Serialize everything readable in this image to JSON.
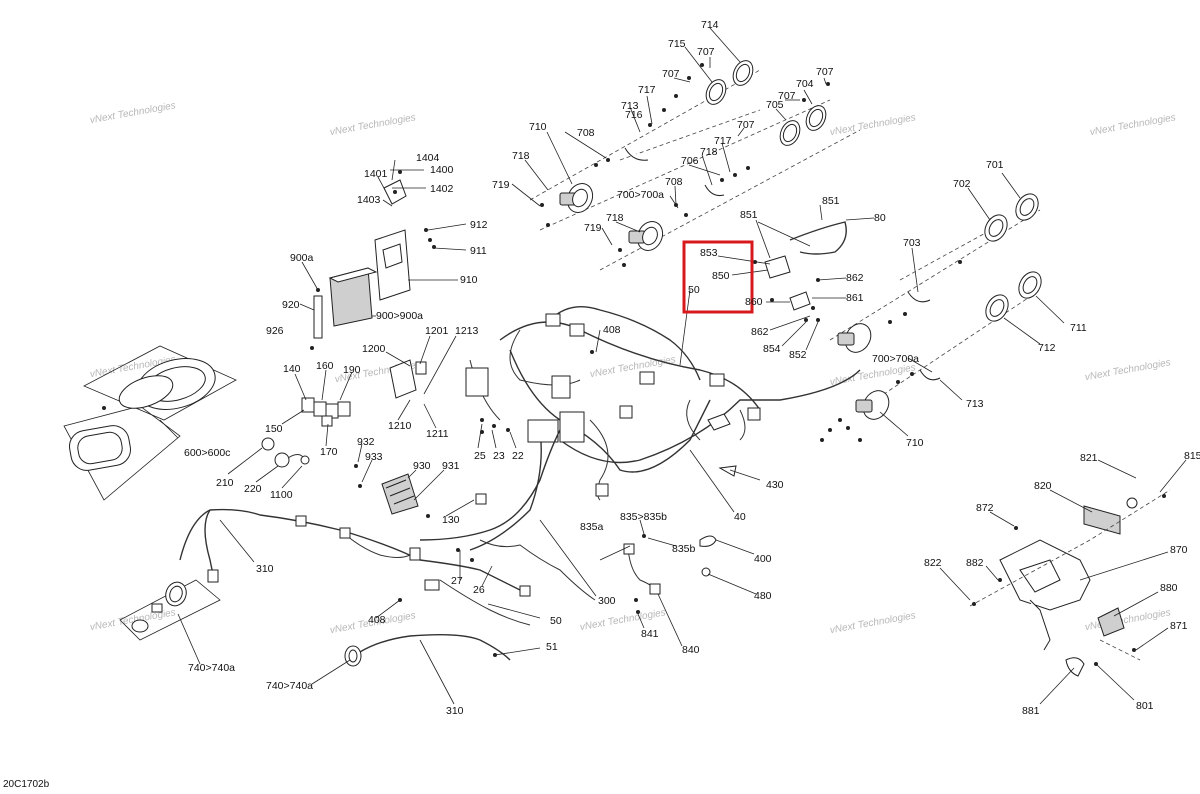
{
  "diagram_code": "20C1702b",
  "watermark": "vNext Technologies",
  "highlight_color": "#d7191c",
  "labels": {
    "l714": "714",
    "l715": "715",
    "l707a": "707",
    "l707b": "707",
    "l707c": "707",
    "l707d": "707",
    "l707e": "707",
    "l704": "704",
    "l705": "705",
    "l717a": "717",
    "l717b": "717",
    "l713a": "713",
    "l716": "716",
    "l710a": "710",
    "l708a": "708",
    "l718a": "718",
    "l718b": "718",
    "l718c": "718",
    "l706": "706",
    "l719a": "719",
    "l719b": "719",
    "l700a": "700>700a",
    "l708b": "708",
    "l1404": "1404",
    "l1401": "1401",
    "l1400": "1400",
    "l1402": "1402",
    "l1403": "1403",
    "l912": "912",
    "l911": "911",
    "l910": "910",
    "l900a": "900a",
    "l920": "920",
    "l900b": "900>900a",
    "l926": "926",
    "l851a": "851",
    "l851b": "851",
    "l80": "80",
    "l853": "853",
    "l850": "850",
    "l50a": "50",
    "l862a": "862",
    "l860": "860",
    "l861": "861",
    "l862b": "862",
    "l854": "854",
    "l852": "852",
    "l701": "701",
    "l702": "702",
    "l703": "703",
    "l711": "711",
    "l712": "712",
    "l700b": "700>700a",
    "l713b": "713",
    "l710b": "710",
    "l408a": "408",
    "l1201": "1201",
    "l1213": "1213",
    "l1200": "1200",
    "l160": "160",
    "l190": "190",
    "l140": "140",
    "l1210": "1210",
    "l1211": "1211",
    "l150": "150",
    "l170": "170",
    "l600": "600>600c",
    "l210": "210",
    "l220": "220",
    "l1100": "1100",
    "l932": "932",
    "l933": "933",
    "l930": "930",
    "l931": "931",
    "l25": "25",
    "l23": "23",
    "l22": "22",
    "l430": "430",
    "l40": "40",
    "l130": "130",
    "l310a": "310",
    "l835a": "835a",
    "l835b": "835>835b",
    "l835c": "835b",
    "l400": "400",
    "l27": "27",
    "l26": "26",
    "l480": "480",
    "l300": "300",
    "l408b": "408",
    "l50b": "50",
    "l841": "841",
    "l840": "840",
    "l51": "51",
    "l740a": "740>740a",
    "l740b": "740>740a",
    "l310b": "310",
    "l821": "821",
    "l815": "815",
    "l820": "820",
    "l872": "872",
    "l870": "870",
    "l822": "822",
    "l882": "882",
    "l880": "880",
    "l871": "871",
    "l881": "881",
    "l801": "801"
  }
}
